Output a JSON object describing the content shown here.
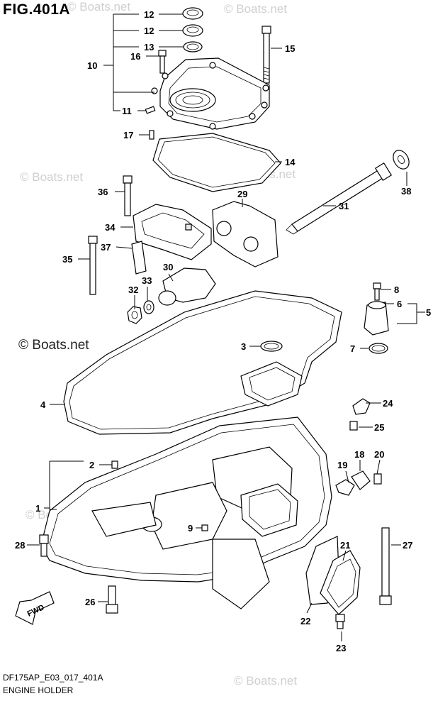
{
  "header": {
    "figure_title": "FIG.401A"
  },
  "footer": {
    "diagram_code": "DF175AP_E03_017_401A",
    "section_name": "ENGINE HOLDER"
  },
  "watermarks": {
    "small": "© Boats.net",
    "large": "© Boats.net"
  },
  "fwd_badge": "FWD",
  "callouts": {
    "c1": "1",
    "c2": "2",
    "c3": "3",
    "c4": "4",
    "c5": "5",
    "c6": "6",
    "c7": "7",
    "c8": "8",
    "c9": "9",
    "c10": "10",
    "c11": "11",
    "c12a": "12",
    "c12b": "12",
    "c13": "13",
    "c14": "14",
    "c15": "15",
    "c16": "16",
    "c17": "17",
    "c18": "18",
    "c19": "19",
    "c20": "20",
    "c21": "21",
    "c22": "22",
    "c23": "23",
    "c24": "24",
    "c25": "25",
    "c26": "26",
    "c27": "27",
    "c28": "28",
    "c29": "29",
    "c30": "30",
    "c31": "31",
    "c32": "32",
    "c33": "33",
    "c34": "34",
    "c35": "35",
    "c36": "36",
    "c37": "37",
    "c38": "38"
  }
}
